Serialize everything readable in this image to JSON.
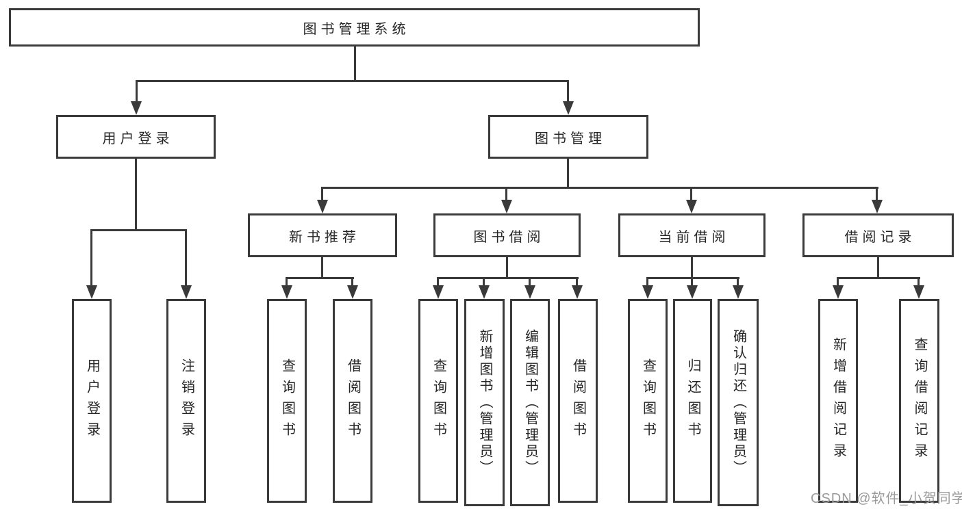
{
  "diagram": {
    "root": {
      "label": "图书管理系统"
    },
    "branches": [
      {
        "label": "用户登录",
        "leaves": [
          {
            "label": "用户登录"
          },
          {
            "label": "注销登录"
          }
        ]
      },
      {
        "label": "图书管理",
        "groups": [
          {
            "label": "新书推荐",
            "leaves": [
              {
                "label": "查询图书"
              },
              {
                "label": "借阅图书"
              }
            ]
          },
          {
            "label": "图书借阅",
            "leaves": [
              {
                "label": "查询图书"
              },
              {
                "label": "新增图书（管理员）"
              },
              {
                "label": "编辑图书（管理员）"
              },
              {
                "label": "借阅图书"
              }
            ]
          },
          {
            "label": "当前借阅",
            "leaves": [
              {
                "label": "查询图书"
              },
              {
                "label": "归还图书"
              },
              {
                "label": "确认归还（管理员）"
              }
            ]
          },
          {
            "label": "借阅记录",
            "leaves": [
              {
                "label": "新增借阅记录"
              },
              {
                "label": "查询借阅记录"
              }
            ]
          }
        ]
      }
    ],
    "watermark": {
      "text": "CSDN @软件_小贺同学"
    },
    "colors": {
      "line": "#3a3a3a",
      "text": "#262626",
      "watermark": "#9b9b9b",
      "background": "#ffffff"
    }
  }
}
